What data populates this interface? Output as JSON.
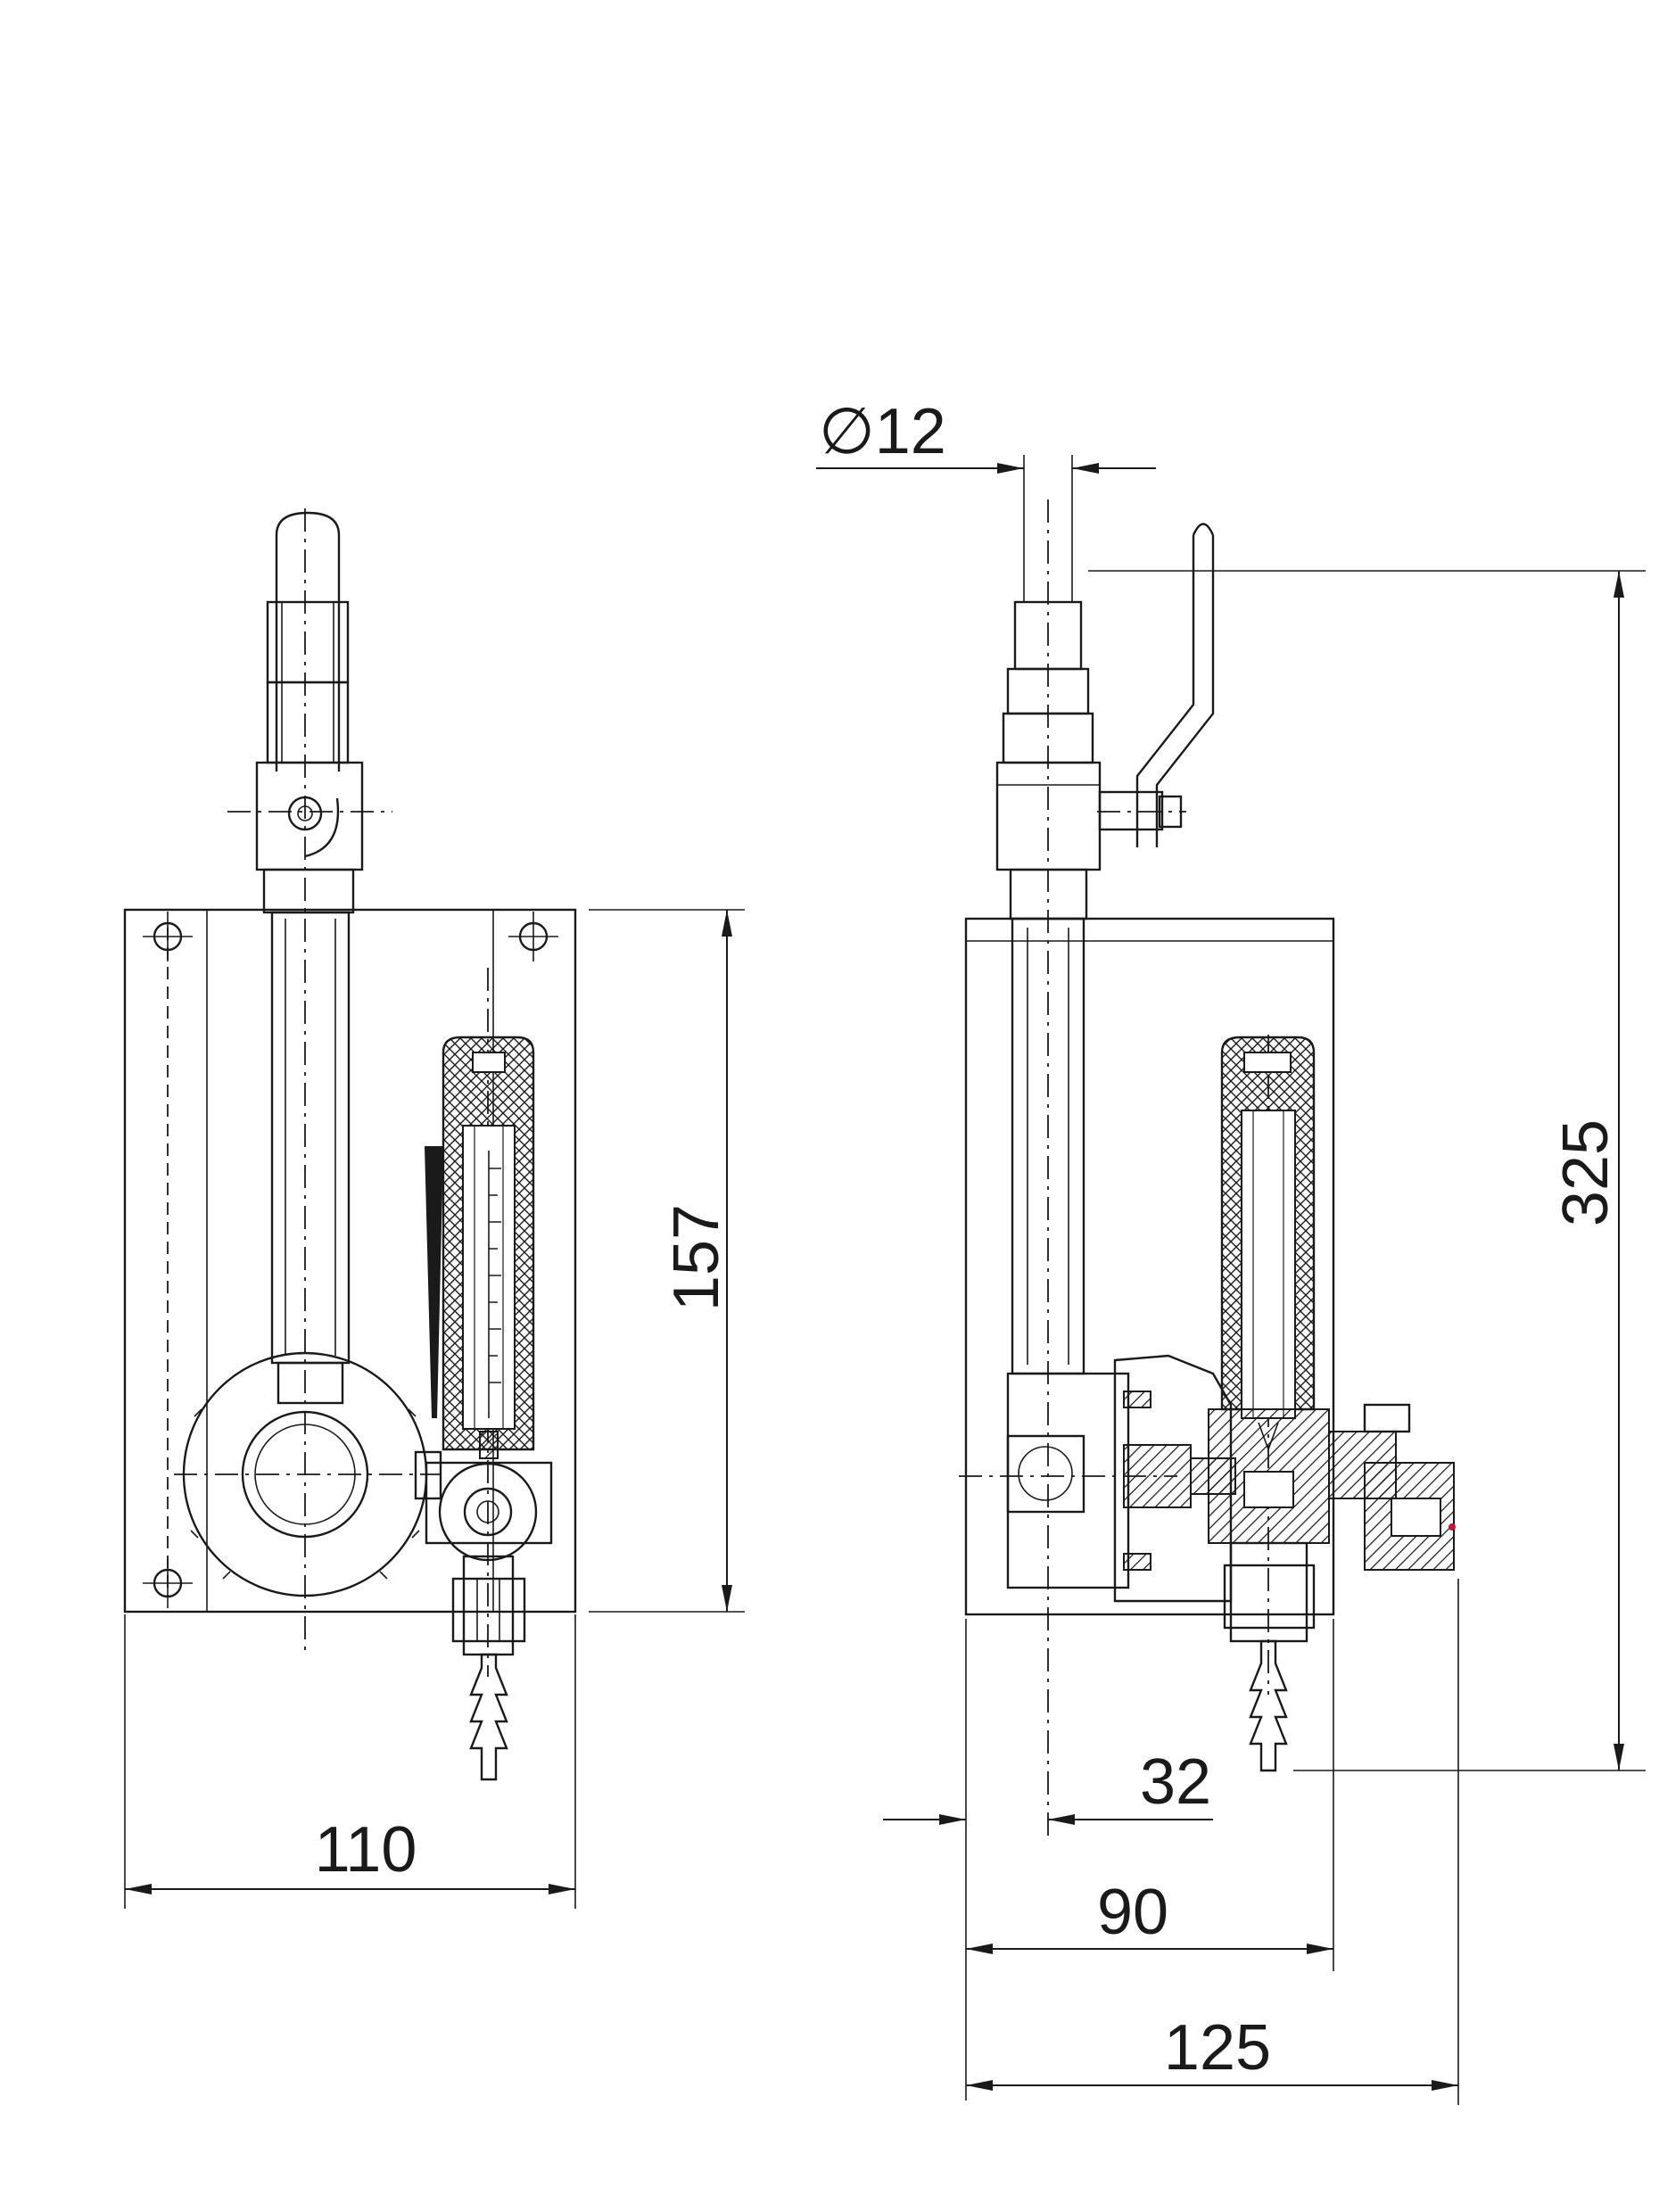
{
  "views": {
    "front": {
      "name": "front-view"
    },
    "side": {
      "name": "side-view"
    }
  },
  "dimensions": {
    "width_front": {
      "value": "110"
    },
    "height_plate": {
      "value": "157"
    },
    "pipe_diameter": {
      "value": "∅12"
    },
    "overall_height": {
      "value": "325"
    },
    "offset_center": {
      "value": "32"
    },
    "plate_depth": {
      "value": "90"
    },
    "overall_depth": {
      "value": "125"
    }
  },
  "colors": {
    "line": "#1a1a1a",
    "background": "#ffffff",
    "accent_dot": "#d0103a"
  }
}
